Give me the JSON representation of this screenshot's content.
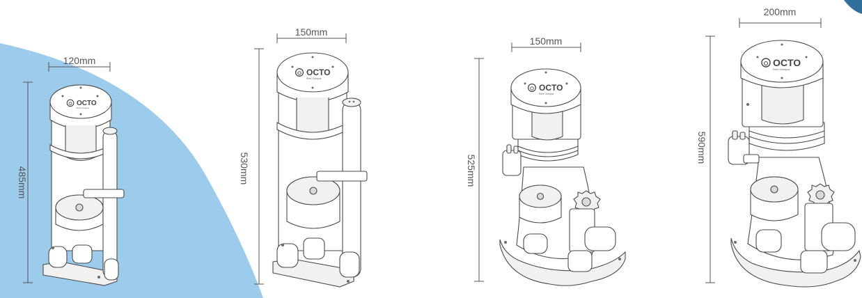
{
  "brand": {
    "logo_text": "OCTO",
    "logo_subtext": "Reef Octopus"
  },
  "colors": {
    "background_shape": "#9ccbeb",
    "line": "#4a4a4a",
    "dimension_text": "#555555",
    "corner_accent": "#2f6f9a"
  },
  "skimmers": [
    {
      "id": "skimmer-1",
      "width_label": "120mm",
      "height_label": "485mm"
    },
    {
      "id": "skimmer-2",
      "width_label": "150mm",
      "height_label": "530mm"
    },
    {
      "id": "skimmer-3",
      "width_label": "150mm",
      "height_label": "525mm"
    },
    {
      "id": "skimmer-4",
      "width_label": "200mm",
      "height_label": "590mm"
    }
  ]
}
